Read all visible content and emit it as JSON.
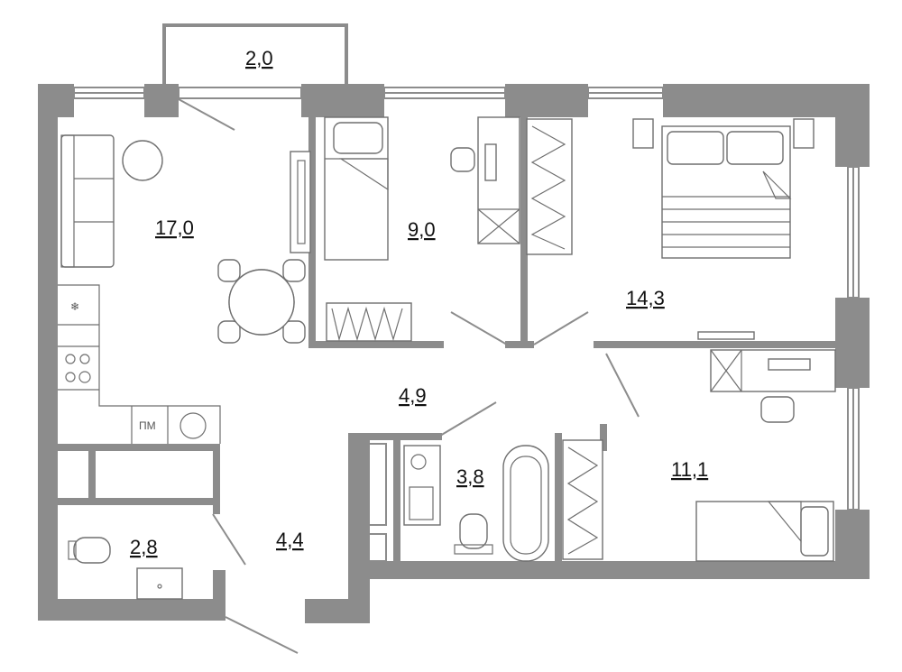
{
  "rooms": [
    {
      "id": "balcony",
      "area": "2,0"
    },
    {
      "id": "living-kitchen",
      "area": "17,0"
    },
    {
      "id": "bedroom-small",
      "area": "9,0"
    },
    {
      "id": "bedroom-master",
      "area": "14,3"
    },
    {
      "id": "corridor",
      "area": "4,9"
    },
    {
      "id": "bathroom",
      "area": "3,8"
    },
    {
      "id": "bedroom-third",
      "area": "11,1"
    },
    {
      "id": "toilet",
      "area": "2,8"
    },
    {
      "id": "hallway",
      "area": "4,4"
    }
  ],
  "labels": {
    "dishwasher": "ПМ"
  },
  "colors": {
    "wall": "#8c8c8c",
    "furniture_stroke": "#6f6f6f",
    "text": "#111111"
  }
}
